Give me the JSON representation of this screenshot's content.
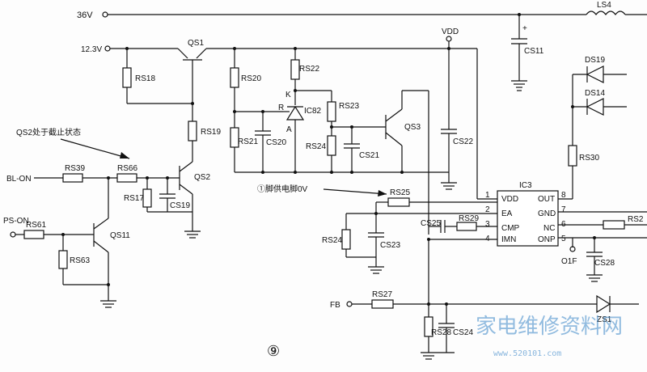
{
  "rails": {
    "v36": "36V",
    "v12": "12.3V",
    "vdd": "VDD"
  },
  "components": {
    "LS4": "LS4",
    "CS11": "CS11",
    "QS1": "QS1",
    "RS18": "RS18",
    "RS20": "RS20",
    "RS21": "RS21",
    "CS20": "CS20",
    "RS22": "RS22",
    "IC82": "IC82",
    "K": "K",
    "R": "R",
    "A": "A",
    "RS23": "RS23",
    "RS24a": "RS24",
    "CS21": "CS21",
    "QS3": "QS3",
    "CS22": "CS22",
    "RS19": "RS19",
    "QS2": "QS2",
    "RS39": "RS39",
    "RS66": "RS66",
    "RS17": "RS17",
    "CS19": "CS19",
    "RS61": "RS61",
    "QS11": "QS11",
    "RS63": "RS63",
    "DS19": "DS19",
    "DS14": "DS14",
    "RS30": "RS30",
    "RS25": "RS25",
    "RS24b": "RS24",
    "CS23": "CS23",
    "CS25": "CS25",
    "RS29": "RS29",
    "IC3": "IC3",
    "CS28": "CS28",
    "RS2": "RS2",
    "RS27": "RS27",
    "RS28": "RS28",
    "CS24": "CS24",
    "ZS1": "ZS1",
    "O1F": "O1F"
  },
  "ic3_pins": {
    "left": [
      {
        "num": "1",
        "name": "VDD"
      },
      {
        "num": "2",
        "name": "EA"
      },
      {
        "num": "3",
        "name": "CMP"
      },
      {
        "num": "4",
        "name": "IMN"
      }
    ],
    "right": [
      {
        "num": "8",
        "name": "OUT"
      },
      {
        "num": "7",
        "name": "GND"
      },
      {
        "num": "6",
        "name": "NC"
      },
      {
        "num": "5",
        "name": "ONP"
      }
    ]
  },
  "signals": {
    "bl_on": "BL-ON",
    "ps_on": "PS-ON",
    "fb": "FB"
  },
  "annotations": {
    "qs2_state": "QS2处于截止状态",
    "pin1": "①脚供电脚0V",
    "figure_num": "⑨"
  },
  "watermark": {
    "text": "家电维修资料网",
    "url": "www.520101.com"
  }
}
